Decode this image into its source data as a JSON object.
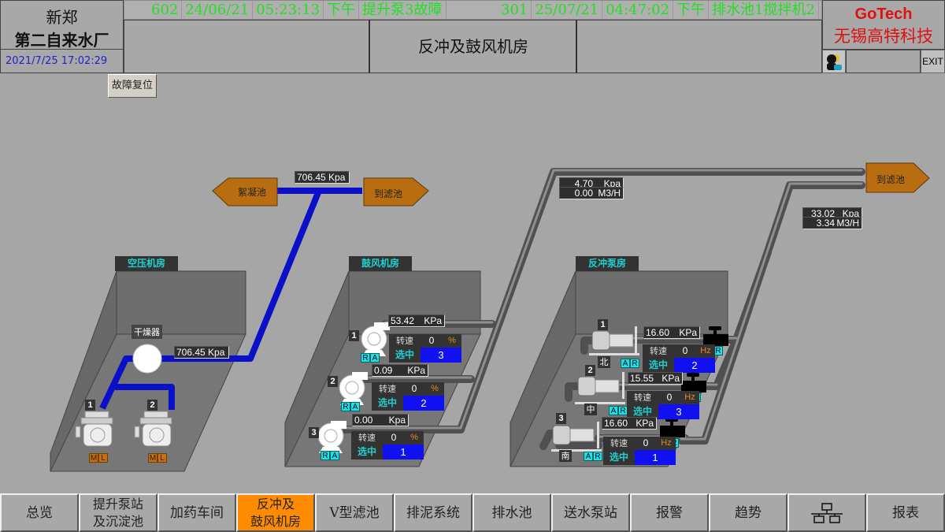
{
  "header": {
    "plant_line1": "新郑",
    "plant_line2": "第二自来水厂",
    "clock": "2021/7/25 17:02:29",
    "page_title": "反冲及鼓风机房",
    "brand": "GoTech",
    "brand_cn": "无锡高特科技",
    "exit_label": "EXIT",
    "alarms": [
      {
        "code": "602",
        "date": "24/06/21",
        "time": "05:23:13",
        "ampm": "下午",
        "text": "提升泵3故障"
      },
      {
        "code": "301",
        "date": "25/07/21",
        "time": "04:47:02",
        "ampm": "下午",
        "text": "排水池1搅拌机2"
      }
    ]
  },
  "reset_button": "故障复位",
  "top_flow": {
    "pressure": "706.45 Kpa",
    "left_arrow": "絮凝池",
    "right_arrow": "到滤池"
  },
  "right_flow": {
    "arrow": "到滤池",
    "line1": {
      "pressure": "4.70",
      "pressure_unit": "Kpa",
      "flow": "0.00",
      "flow_unit": "M3/H"
    },
    "line2": {
      "pressure": "33.02",
      "pressure_unit": "Kpa",
      "flow": "3.34",
      "flow_unit": "M3/H"
    }
  },
  "compressor_room": {
    "title": "空压机房",
    "dryer_label": "干燥器",
    "pressure": "706.45 Kpa",
    "compressors": [
      {
        "num": "1",
        "mode": [
          "M",
          "L"
        ]
      },
      {
        "num": "2",
        "mode": [
          "M",
          "L"
        ]
      }
    ]
  },
  "blower_room": {
    "title": "鼓风机房",
    "speed_label": "转速",
    "select_label": "选中",
    "blowers": [
      {
        "num": "1",
        "pressure": "53.42",
        "unit": "KPa",
        "speed": "0",
        "speed_unit": "%",
        "selected": "3",
        "mode": [
          "R",
          "A"
        ]
      },
      {
        "num": "2",
        "pressure": "0.09",
        "unit": "KPa",
        "speed": "0",
        "speed_unit": "%",
        "selected": "2",
        "mode": [
          "R",
          "A"
        ]
      },
      {
        "num": "3",
        "pressure": "0.00",
        "unit": "Kpa",
        "speed": "0",
        "speed_unit": "%",
        "selected": "1",
        "mode": [
          "R",
          "A"
        ]
      }
    ]
  },
  "backwash_room": {
    "title": "反冲泵房",
    "speed_label": "转速",
    "select_label": "选中",
    "pumps": [
      {
        "num": "1",
        "position": "北",
        "pressure": "16.60",
        "unit": "KPa",
        "speed": "0",
        "speed_unit": "Hz",
        "selected": "2",
        "mode": [
          "A",
          "R"
        ],
        "valve_mode": [
          "A",
          "R"
        ]
      },
      {
        "num": "2",
        "position": "中",
        "pressure": "15.55",
        "unit": "KPa",
        "speed": "0",
        "speed_unit": "Hz",
        "selected": "3",
        "mode": [
          "A",
          "R"
        ],
        "valve_mode": [
          "A",
          "R"
        ]
      },
      {
        "num": "3",
        "position": "南",
        "pressure": "16.60",
        "unit": "KPa",
        "speed": "0",
        "speed_unit": "Hz",
        "selected": "1",
        "mode": [
          "A",
          "R"
        ],
        "valve_mode": [
          "A",
          "R"
        ]
      }
    ]
  },
  "nav": [
    {
      "label": "总览",
      "active": false
    },
    {
      "label": "提升泵站\n及沉淀池",
      "active": false
    },
    {
      "label": "加药车间",
      "active": false
    },
    {
      "label": "反冲及\n鼓风机房",
      "active": true
    },
    {
      "label": "V型滤池",
      "active": false
    },
    {
      "label": "排泥系统",
      "active": false
    },
    {
      "label": "排水池",
      "active": false
    },
    {
      "label": "送水泵站",
      "active": false
    },
    {
      "label": "报警",
      "active": false
    },
    {
      "label": "趋势",
      "active": false
    },
    {
      "label": "network-icon",
      "active": false
    },
    {
      "label": "报表",
      "active": false
    }
  ],
  "colors": {
    "background": "#a6a6a6",
    "air_pipe": "#0a10c8",
    "water_pipe": "#6a6a6a",
    "alarm_text": "#22e022",
    "brand": "#e01010",
    "active_nav": "#ff8c00",
    "arrow": "#b86e10",
    "cyan_label": "#20d0d0",
    "selected_box": "#1010f0"
  }
}
